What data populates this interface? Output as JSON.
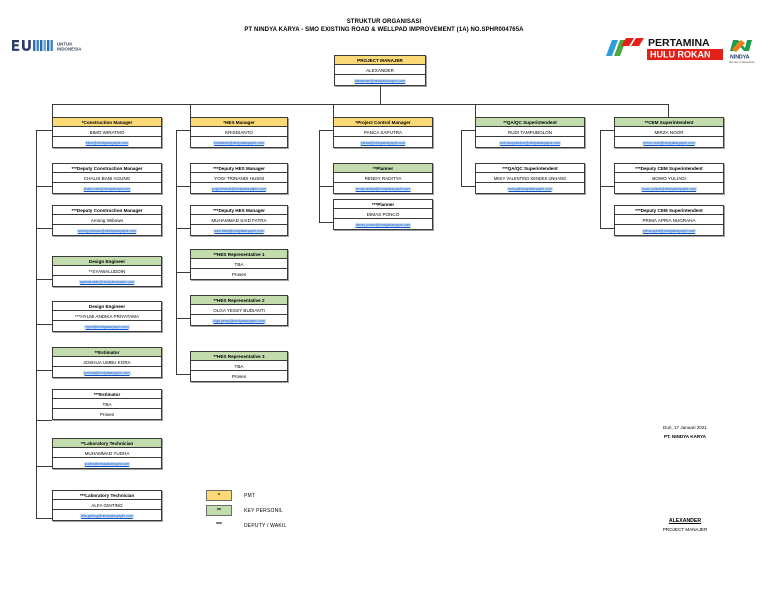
{
  "header": {
    "title_line1": "STRUKTUR ORGANISASI",
    "title_line2": "PT NINDYA KARYA  - SMO EXISTING ROAD & WELLPAD IMPROVEMENT (1A) NO.SPHR004765A",
    "logo_left": "bumn-untuk-indonesia-logo",
    "logo_left_text": "BUMN",
    "logo_left_sub1": "UNTUK",
    "logo_left_sub2": "INDONESIA",
    "logo_right_1": "PERTAMINA",
    "logo_right_2": "HULU ROKAN",
    "logo_right_3": "NINDYA",
    "logo_right_4": "Member of Danareksa"
  },
  "root": {
    "title": "PROJECT MANAJER",
    "name": "ALEXANDER",
    "email": "alexander@nindyakaryaphr.com",
    "color": "yellow"
  },
  "columns": [
    {
      "key": "construction",
      "nodes": [
        {
          "title": "*Construction Manager",
          "name": "BIMO WIRATMO",
          "email": "bimo@nindyakaryaphr.com",
          "color": "yellow"
        },
        {
          "title": "***Deputy Construction Manager",
          "name": "CHALIS BANI AGUNG",
          "email": "chalis.bani@nindyakarya.com",
          "color": "white"
        },
        {
          "title": "***Deputy Construction Manager",
          "name": "Among Wibowo",
          "email": "among.wibowo@nindyakaryaphr.com",
          "color": "white"
        },
        {
          "title": "Design Engineer",
          "name": "**SYAWALUDDIN",
          "email": "syawaluddin@nindyakaryaphr.com",
          "color": "green"
        },
        {
          "title": "Design Engineer",
          "name": "***HYLMI ANDIKA PRIYATAMA",
          "email": "hylmi@nindyakaryaphr.com",
          "color": "white"
        },
        {
          "title": "**Estimator",
          "name": "JOSHUA UMBU KORA",
          "email": "joshua@nindyakaryaphr.com",
          "color": "green"
        },
        {
          "title": "***Estimator",
          "name": "TBA",
          "email": "Proses",
          "color": "white",
          "plain": true
        },
        {
          "title": "**Laboratory Technician",
          "name": "MUHAMMAD YUDHA",
          "email": "yudha@nindyakaryaphr.com",
          "color": "green"
        },
        {
          "title": "***Laboratory Technician",
          "name": "ALFA GINTING",
          "email": "alfa.ginting@nindyakaryaphr.com",
          "color": "white"
        }
      ]
    },
    {
      "key": "hes",
      "nodes": [
        {
          "title": "*HES Manager",
          "name": "KRISDIANTO",
          "email": "krisdianto@nindyakaryaphr.com",
          "color": "yellow"
        },
        {
          "title": "***Deputy HES Manager",
          "name": "YOGI TRINANDI HUSNI",
          "email": "yogi.trinandi@nindyakaryaphr.com",
          "color": "white"
        },
        {
          "title": "***Deputy HES Manager",
          "name": "MUHAMMAD SAID FATRA",
          "email": "said.fatra@nindyakaryaphr.com",
          "color": "white"
        },
        {
          "title": "**HES Representative 1",
          "name": "TBA",
          "email": "Proses",
          "color": "green",
          "plain": true
        },
        {
          "title": "**HES Representative 2",
          "name": "OLGA YESSY BUDIANTI",
          "email": "olga.yessy@nindyakaryaphr.com",
          "color": "green"
        },
        {
          "title": "**HES Representative 3",
          "name": "TBA",
          "email": "Proses",
          "color": "green",
          "plain": true
        }
      ]
    },
    {
      "key": "projectcontrol",
      "nodes": [
        {
          "title": "*Project Control Manager",
          "name": "PANCA SAPUTRA",
          "email": "panca@nindyakaryaphr.com",
          "color": "yellow"
        },
        {
          "title": "**Planner",
          "name": "RENDY RADITYA",
          "email": "rendy.raditya@nindyakaryaphr.com",
          "color": "green"
        },
        {
          "title": "***Planner",
          "name": "DIMAS PONCO",
          "email": "dimas.ponco@nindyakaryaphr.com",
          "color": "white"
        }
      ]
    },
    {
      "key": "qaqc",
      "nodes": [
        {
          "title": "**QA/QC Superintendent",
          "name": "RUDI TAMPUBOLON",
          "email": "rudi.tampubolon@nindyakaryaphr.com",
          "color": "green"
        },
        {
          "title": "***QA/QC Superintendent",
          "name": "MEKY VALENTINO KENDEK UNHANG",
          "email": "meky@nindyakaryaphr.com",
          "color": "white"
        }
      ]
    },
    {
      "key": "cem",
      "nodes": [
        {
          "title": "**CEM Superintendent",
          "name": "MIRZA NOOR",
          "email": "mirza.noor@nindyakaryaphr.com",
          "color": "green"
        },
        {
          "title": "***Deputy CEM Superintendent",
          "name": "BOWO YULIADI",
          "email": "bowo.yuliadi@nindyakaryaphr.com",
          "color": "white"
        },
        {
          "title": "***Deputy CEM Superintendent",
          "name": "PRIMA APRIA NUGRAHA",
          "email": "prima.apria@nindyakaryaphr.com",
          "color": "white"
        }
      ]
    }
  ],
  "legend": [
    {
      "mark": "*",
      "label": "PMT",
      "color": "yellow"
    },
    {
      "mark": "**",
      "label": "KEY PERSONIL",
      "color": "green"
    },
    {
      "mark": "***",
      "label": "DEPUTY / WAKIL",
      "color": "none"
    }
  ],
  "signature": {
    "place_date": "Duri, 17 Januari 2021",
    "company": "PT. NINDYA KARYA",
    "name": "ALEXANDER",
    "position": "PROJECT MANAJER"
  },
  "colors": {
    "pmt": "#fbd976",
    "key_personil": "#c2dcae",
    "line": "#3a3a3a",
    "link": "#1155cc",
    "pertamina_red": "#e32119",
    "pertamina_green": "#4aa942",
    "pertamina_blue": "#2e9ddb",
    "nindya_orange": "#f07f13",
    "nindya_green": "#1d9d4e",
    "bumn_dark": "#2b3a67"
  }
}
